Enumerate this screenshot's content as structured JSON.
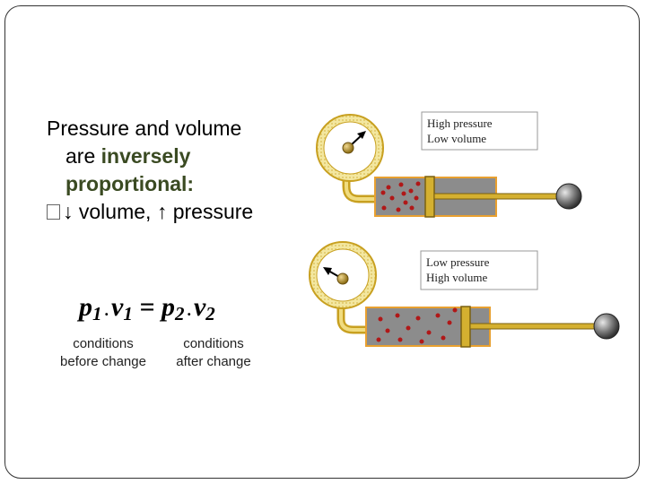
{
  "text": {
    "line1": "Pressure and volume",
    "line2_prefix": "are ",
    "line2_accent": "inversely",
    "line3_accent": "proportional:",
    "bullet_text": "↓ volume, ↑ pressure"
  },
  "formula": {
    "p1": "p",
    "p1_sub": "1",
    "dot1": ".",
    "v1": "v",
    "v1_sub": "1",
    "eq": "=",
    "p2": "p",
    "p2_sub": "2",
    "dot2": ".",
    "v2": "v",
    "v2_sub": "2"
  },
  "notes": {
    "before_line1": "conditions",
    "before_line2": "before change",
    "after_line1": "conditions",
    "after_line2": "after change"
  },
  "diagrams": {
    "top_label_line1": "High pressure",
    "top_label_line2": "Low volume",
    "bottom_label_line1": "Low pressure",
    "bottom_label_line2": "High volume"
  },
  "colors": {
    "gauge_ring": "#f3e7a0",
    "gauge_border": "#c8a020",
    "cylinder": "#8c8c8c",
    "cylinder_border": "#e8a030",
    "plunger": "#d4b030",
    "particle": "#b01818"
  }
}
